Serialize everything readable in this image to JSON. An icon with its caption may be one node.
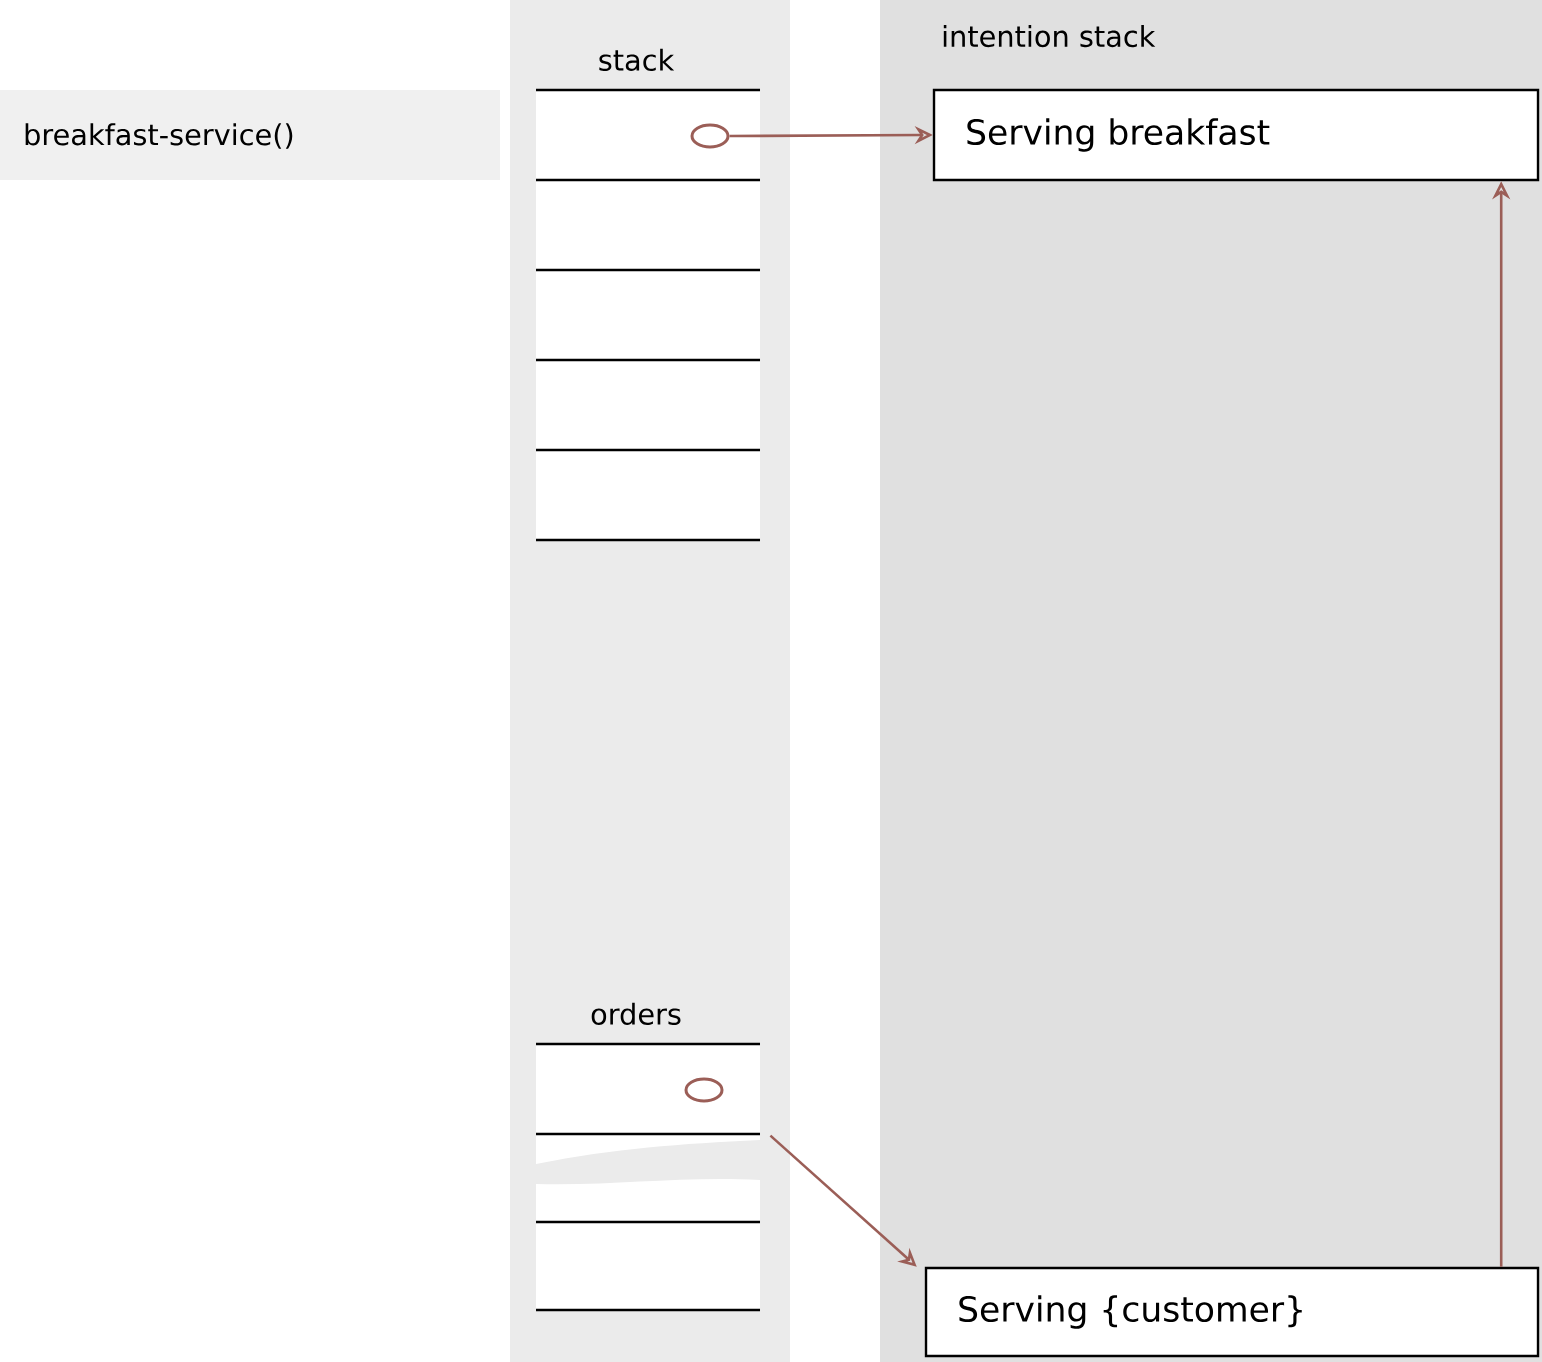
{
  "diagram": {
    "nodes": [
      {
        "text": [
          "stack"
        ]
      },
      {
        "text": [],
        "shape": "circle",
        "in": 0
      },
      {
        "text": [
          "Serving breakfast"
        ]
      },
      {
        "text": [
          "orders"
        ]
      },
      {
        "text": [],
        "shape": "circle",
        "in": 3
      },
      {
        "text": [
          "Serving {customer}"
        ]
      }
    ],
    "edges": [
      {
        "from": 1,
        "to": 2,
        "arrow": "to"
      },
      {
        "from": 3,
        "to": 5,
        "arrow": "to"
      },
      {
        "from": 5,
        "to": 2,
        "arrow": "to"
      }
    ],
    "labels": [
      "breakfast-service()",
      "intention stack"
    ]
  }
}
